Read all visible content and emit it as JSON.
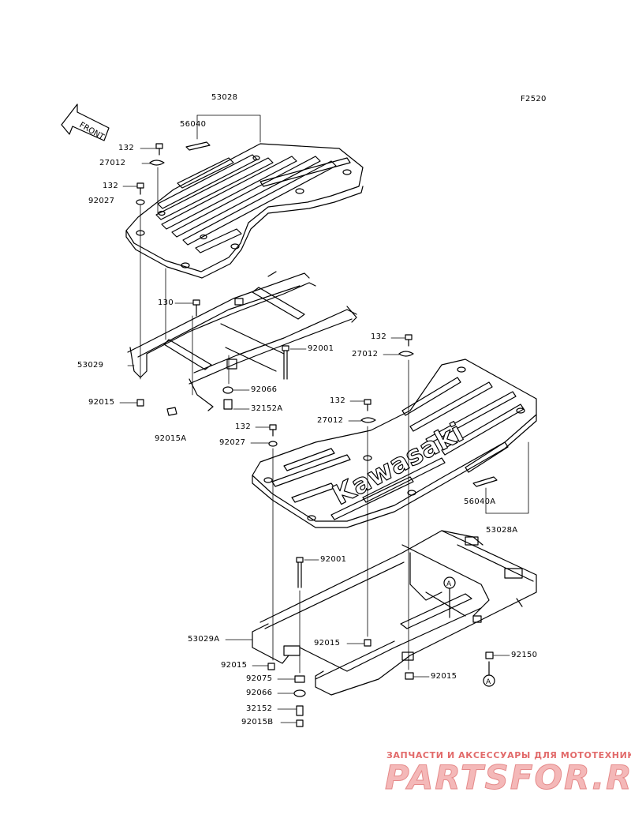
{
  "figure_code": "F2520",
  "front_arrow_text": "FRONT",
  "brand_text": "Kawasaki",
  "callout_marker": "A",
  "labels": {
    "l53028": "53028",
    "l56040": "56040",
    "l132a": "132",
    "l27012a": "27012",
    "l132b": "132",
    "l92027a": "92027",
    "l130": "130",
    "l53029": "53029",
    "l92015a": "92015",
    "l92015A": "92015A",
    "l92001a": "92001",
    "l92066a": "92066",
    "l32152A": "32152A",
    "l132c": "132",
    "l27012b": "27012",
    "l132d": "132",
    "l27012c": "27012",
    "l132e": "132",
    "l92027b": "92027",
    "l56040A": "56040A",
    "l53028A": "53028A",
    "l92001b": "92001",
    "l53029A": "53029A",
    "l92015b": "92015",
    "l92015c": "92015",
    "l92075": "92075",
    "l92066b": "92066",
    "l32152": "32152",
    "l92015B": "92015B",
    "l92015d": "92015",
    "l92150": "92150"
  },
  "watermark": {
    "top_text": "ЗАПЧАСТИ И АКСЕССУАРЫ ДЛЯ МОТОТЕХНИКИ",
    "main_text": "PARTSFOR.RU"
  }
}
